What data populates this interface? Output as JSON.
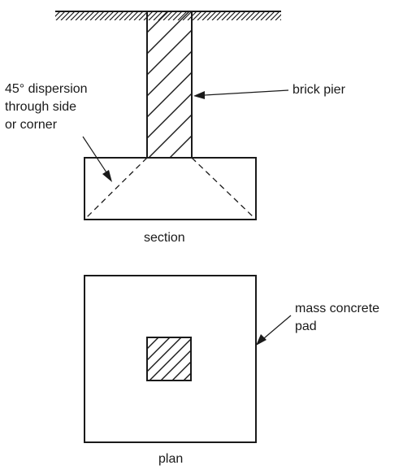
{
  "labels": {
    "dispersion_line1": "45° dispersion",
    "dispersion_line2": "through side",
    "dispersion_line3": "or corner",
    "brick_pier": "brick pier",
    "section": "section",
    "mass_concrete_line1": "mass concrete",
    "mass_concrete_line2": "pad",
    "plan": "plan"
  },
  "colors": {
    "ink": "#1a1a1a",
    "background": "#ffffff"
  }
}
